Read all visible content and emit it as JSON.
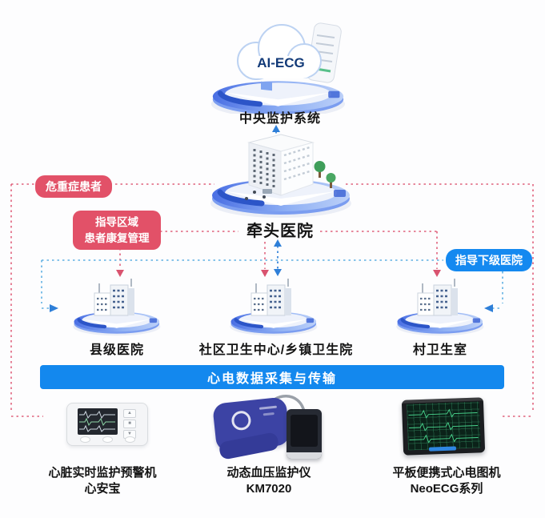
{
  "cloud": {
    "label": "AI-ECG",
    "caption": "中央监护系统"
  },
  "hub": {
    "caption": "牵头医院"
  },
  "tags": {
    "critical": "危重症患者",
    "rehab_line1": "指导区域",
    "rehab_line2": "患者康复管理",
    "guide_lower": "指导下级医院"
  },
  "facilities": [
    {
      "label": "县级医院"
    },
    {
      "label": "社区卫生中心/乡镇卫生院"
    },
    {
      "label": "村卫生室"
    }
  ],
  "banner": {
    "label": "心电数据采集与传输"
  },
  "devices": [
    {
      "line1": "心脏实时监护预警机",
      "line2": "心安宝"
    },
    {
      "line1": "动态血压监护仪",
      "line2": "KM7020"
    },
    {
      "line1": "平板便携式心电图机",
      "line2": "NeoECG系列"
    }
  ],
  "colors": {
    "blue_accent": "#1489f0",
    "red_accent": "#e25168",
    "dash_red": "#e0617c",
    "dash_blue": "#5fb0e2",
    "arrow_blue": "#2e7fd8",
    "arrow_red": "#d9536f"
  }
}
